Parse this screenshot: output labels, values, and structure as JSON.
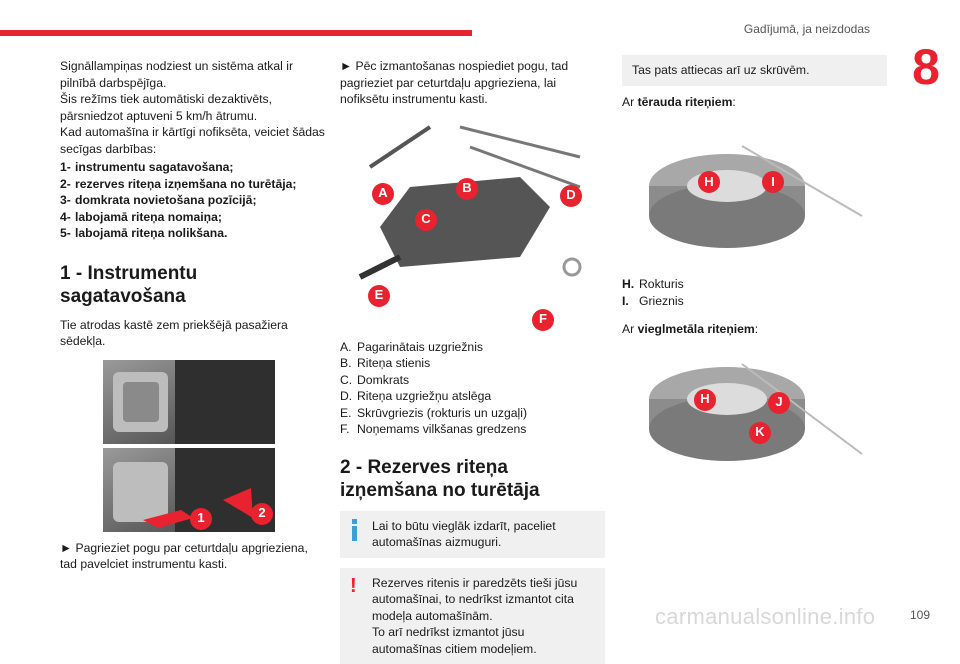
{
  "header": {
    "title": "Gadījumā, ja neizdodas",
    "chapter": "8"
  },
  "col1": {
    "intro": [
      "Signāllampiņas nodziest un sistēma atkal ir pilnībā darbspējīga.",
      "Šis režīms tiek automātiski dezaktivēts, pārsniedzot aptuveni 5 km/h ātrumu.",
      "Kad automašīna ir kārtīgi nofiksēta, veiciet šādas secīgas darbības:"
    ],
    "steps": [
      {
        "n": "1-",
        "t": "instrumentu sagatavošana;"
      },
      {
        "n": "2-",
        "t": "rezerves riteņa izņemšana no turētāja;"
      },
      {
        "n": "3-",
        "t": "domkrata novietošana pozīcijā;"
      },
      {
        "n": "4-",
        "t": "labojamā riteņa nomaiņa;"
      },
      {
        "n": "5-",
        "t": "labojamā riteņa nolikšana."
      }
    ],
    "heading1": "1 - Instrumentu sagatavošana",
    "heading1_body": "Tie atrodas kastē zem priekšējā pasažiera sēdekļa.",
    "img_callouts": [
      "1",
      "2"
    ],
    "after_img": "► Pagrieziet pogu par ceturtdaļu apgrieziena, tad pavelciet instrumentu kasti."
  },
  "col2": {
    "top_text": "► Pēc izmantošanas nospiediet pogu, tad pagrieziet par ceturtdaļu apgrieziena, lai nofiksētu instrumentu kasti.",
    "img_callouts": [
      "A",
      "B",
      "C",
      "D",
      "E",
      "F"
    ],
    "tools": [
      {
        "k": "A.",
        "t": "Pagarinātais uzgriežnis"
      },
      {
        "k": "B.",
        "t": "Riteņa stienis"
      },
      {
        "k": "C.",
        "t": "Domkrats"
      },
      {
        "k": "D.",
        "t": "Riteņa uzgriežņu atslēga"
      },
      {
        "k": "E.",
        "t": "Skrūvgriezis (rokturis un uzgaļi)"
      },
      {
        "k": "F.",
        "t": "Noņemams vilkšanas gredzens"
      }
    ],
    "heading2": "2 - Rezerves riteņa izņemšana no turētāja",
    "info_note": "Lai to būtu vieglāk izdarīt, paceliet automašīnas aizmuguri.",
    "warning_note": [
      "Rezerves ritenis ir paredzēts tieši jūsu automašīnai, to nedrīkst izmantot cita modeļa automašīnām.",
      "To arī nedrīkst izmantot jūsu automašīnas citiem modeļiem."
    ],
    "warning_symbol": "!"
  },
  "col3": {
    "top_note": "Tas pats attiecas arī uz skrūvēm.",
    "steel_prefix": "Ar ",
    "steel_bold": "tērauda riteņiem",
    "steel_suffix": ":",
    "img1_callouts": [
      "H",
      "I"
    ],
    "parts": [
      {
        "k": "H.",
        "t": "Rokturis"
      },
      {
        "k": "I.",
        "t": "Grieznis"
      }
    ],
    "alloy_prefix": "Ar ",
    "alloy_bold": "vieglmetāla riteņiem",
    "alloy_suffix": ":",
    "img2_callouts": [
      "H",
      "J",
      "K"
    ]
  },
  "footer": {
    "page": "109",
    "watermark": "carmanualsonline.info"
  }
}
